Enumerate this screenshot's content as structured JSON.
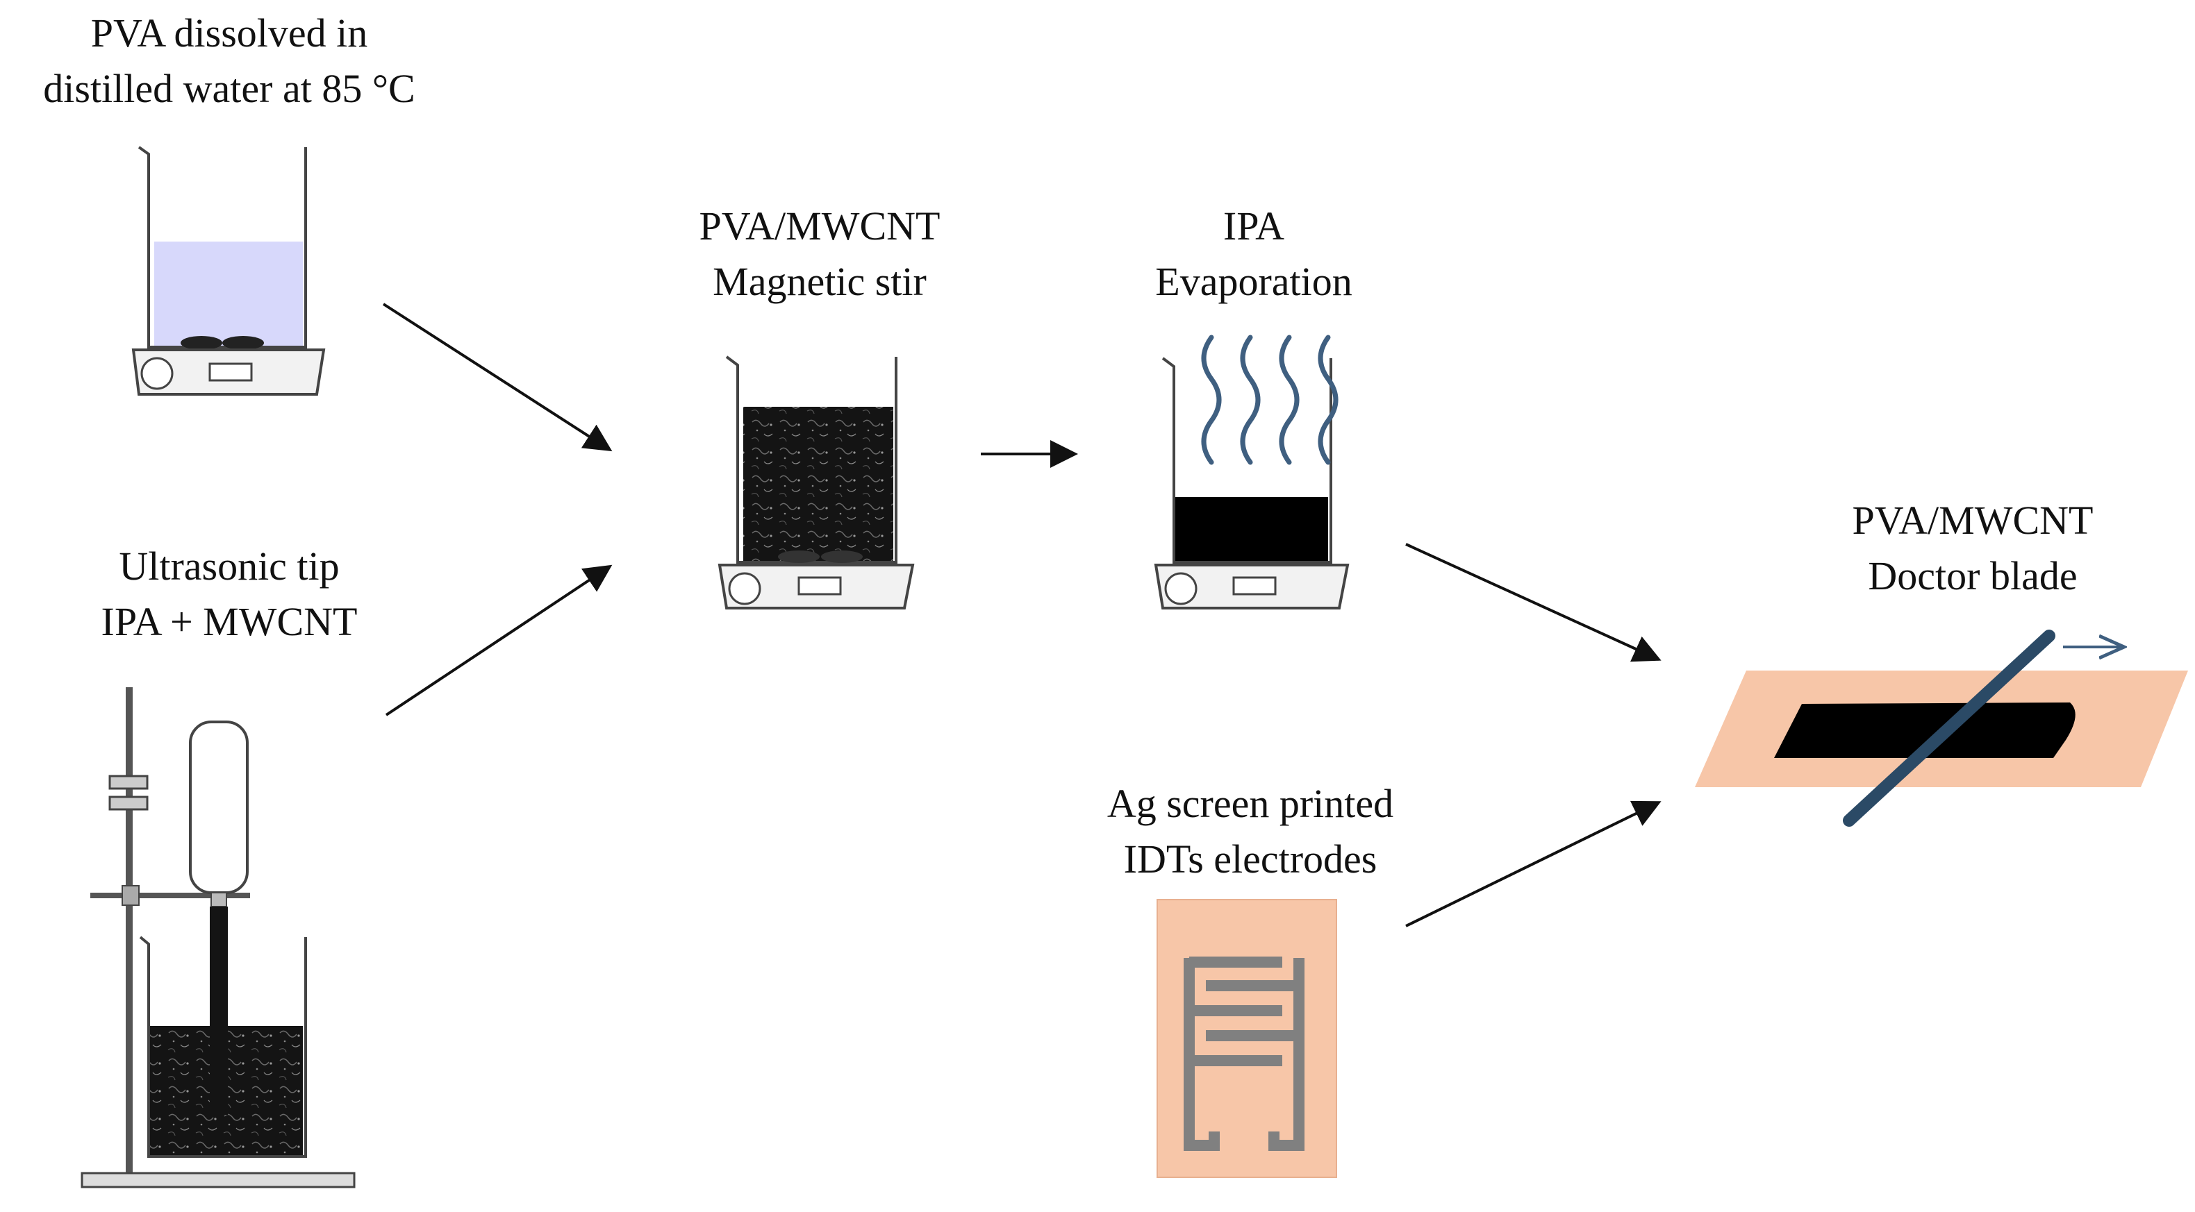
{
  "steps": {
    "pva": {
      "line1": "PVA dissolved in",
      "line2": "distilled water at 85 °C"
    },
    "ultrasonic": {
      "line1": "Ultrasonic tip",
      "line2": "IPA + MWCNT"
    },
    "stir": {
      "line1": "PVA/MWCNT",
      "line2": "Magnetic stir"
    },
    "evaporation": {
      "line1": "IPA",
      "line2": "Evaporation"
    },
    "electrodes": {
      "line1": "Ag screen printed",
      "line2": "IDTs electrodes"
    },
    "doctor_blade": {
      "line1": "PVA/MWCNT",
      "line2": "Doctor blade"
    }
  },
  "colors": {
    "pva_solution": "#d7d8fb",
    "mwcnt": "#111111",
    "substrate": "#f7c6a8",
    "electrode": "#808080",
    "blade": "#2b4a66",
    "vapor": "#3f5f80",
    "arrow": "#111111"
  },
  "icons": [
    "beaker-hotplate-icon",
    "ultrasonic-probe-icon",
    "vapor-icon",
    "idt-electrode-icon",
    "doctor-blade-icon",
    "arrow-icon"
  ]
}
